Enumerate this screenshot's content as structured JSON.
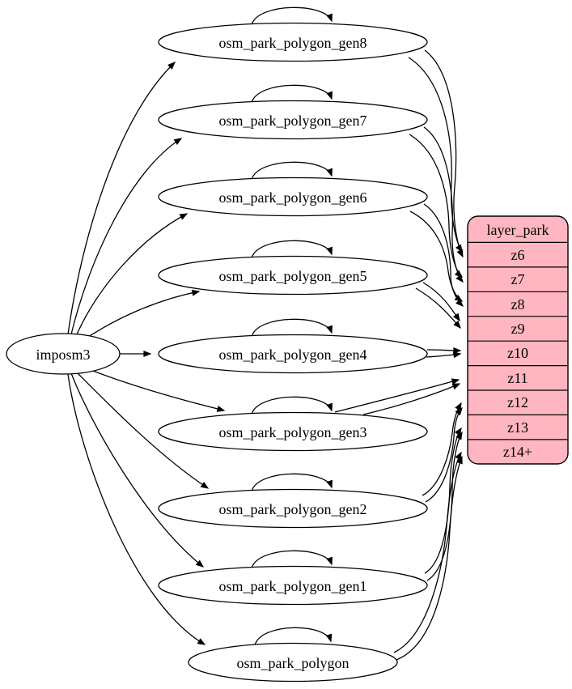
{
  "diagram": {
    "source": {
      "label": "imposm3"
    },
    "tables": [
      {
        "label": "osm_park_polygon_gen8",
        "target_zoom": "z6"
      },
      {
        "label": "osm_park_polygon_gen7",
        "target_zoom": "z7"
      },
      {
        "label": "osm_park_polygon_gen6",
        "target_zoom": "z8"
      },
      {
        "label": "osm_park_polygon_gen5",
        "target_zoom": "z9"
      },
      {
        "label": "osm_park_polygon_gen4",
        "target_zoom": "z10"
      },
      {
        "label": "osm_park_polygon_gen3",
        "target_zoom": "z11"
      },
      {
        "label": "osm_park_polygon_gen2",
        "target_zoom": "z12"
      },
      {
        "label": "osm_park_polygon_gen1",
        "target_zoom": "z13"
      },
      {
        "label": "osm_park_polygon",
        "target_zoom": "z14+"
      }
    ],
    "layer": {
      "title": "layer_park",
      "rows": [
        "z6",
        "z7",
        "z8",
        "z9",
        "z10",
        "z11",
        "z12",
        "z13",
        "z14+"
      ]
    },
    "colors": {
      "layer_fill": "#ffb6c1",
      "node_fill": "#ffffff",
      "stroke": "#000000",
      "background": "#ffffff"
    }
  }
}
